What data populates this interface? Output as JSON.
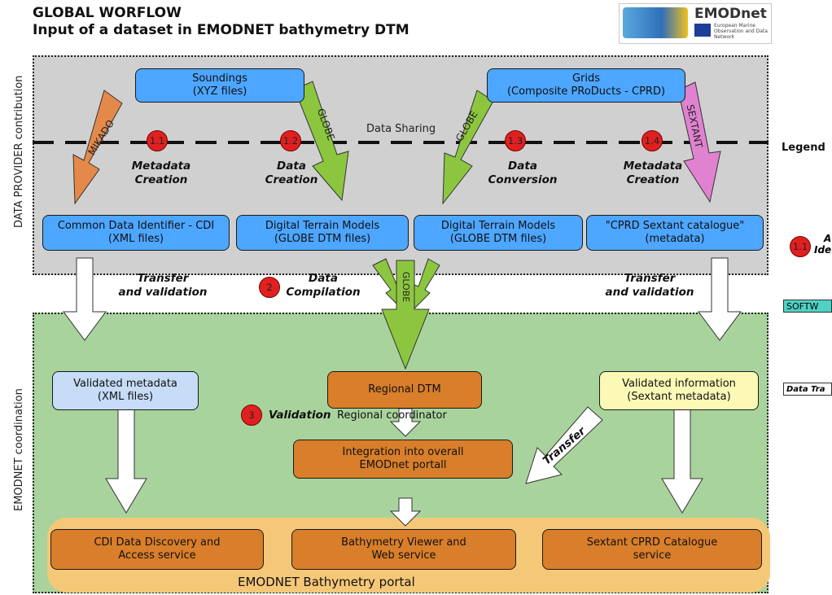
{
  "header": {
    "title_line1": "GLOBAL WORFLOW",
    "title_line2": "Input of a dataset in EMODNET bathymetry DTM",
    "logo_text": "EMODnet",
    "logo_subtext": "European Marine Observation and Data Network"
  },
  "panels": {
    "top_side_label": "DATA PROVIDER contribution",
    "bottom_side_label": "EMODNET coordination",
    "data_sharing_label": "Data Sharing",
    "portal_label": "EMODNET Bathymetry portal"
  },
  "sources": {
    "soundings": "Soundings\n(XYZ files)",
    "grids": "Grids\n(Composite PRoDucts - CPRD)"
  },
  "provider_outputs": {
    "cdi": "Common Data Identifier - CDI\n(XML files)",
    "dtm1": "Digital Terrain Models\n(GLOBE DTM files)",
    "dtm2": "Digital Terrain Models\n(GLOBE DTM files)",
    "sextant": "\"CPRD Sextant catalogue\"\n(metadata)"
  },
  "steps": [
    {
      "badge": "1.1",
      "label": "Metadata\nCreation"
    },
    {
      "badge": "1.2",
      "label": "Data\nCreation"
    },
    {
      "badge": "1.3",
      "label": "Data\nConversion"
    },
    {
      "badge": "1.4",
      "label": "Metadata\nCreation"
    },
    {
      "badge": "2",
      "label": "Data\nCompilation"
    },
    {
      "badge": "3",
      "label": "Validation"
    }
  ],
  "software_labels": {
    "mikado": "MIKADO",
    "globe1": "GLOBE",
    "globe2": "GLOBE",
    "sextant": "SEXTANT",
    "globe_center": "GLOBE"
  },
  "transfers": {
    "left": "Transfer\nand validation",
    "right": "Transfer\nand validation",
    "diagonal": "Transfer"
  },
  "coordination": {
    "validated_metadata": "Validated metadata\n(XML files)",
    "regional_dtm": "Regional DTM",
    "regional_coordinator": "Regional coordinator",
    "validated_info": "Validated information\n(Sextant metadata)",
    "integration": "Integration into overall\nEMODnet portall"
  },
  "portal_services": {
    "cdi_service": "CDI Data Discovery and\nAccess service",
    "viewer": "Bathymetry Viewer and\nWeb service",
    "sextant_catalogue": "Sextant CPRD Catalogue\nservice"
  },
  "legend": {
    "title": "Legend",
    "badge": "1.1",
    "badge_text_1": "A",
    "badge_text_2": "Ide",
    "software": "SOFTW",
    "data_transfer": "Data Tra"
  },
  "colors": {
    "source_blue": "#4da6ff",
    "metadata_blue": "#c6dcf7",
    "coordination_orange": "#d97e2a",
    "info_yellow": "#fbf9b5",
    "provider_panel": "#d0d0d0",
    "coordination_panel": "#a9d39c",
    "portal_band": "#f5c878",
    "mikado_arrow": "#e5894a",
    "globe_arrow": "#8cc63f",
    "sextant_arrow": "#e082d0",
    "software_teal": "#4fd1c5",
    "badge_red": "#e02020"
  }
}
